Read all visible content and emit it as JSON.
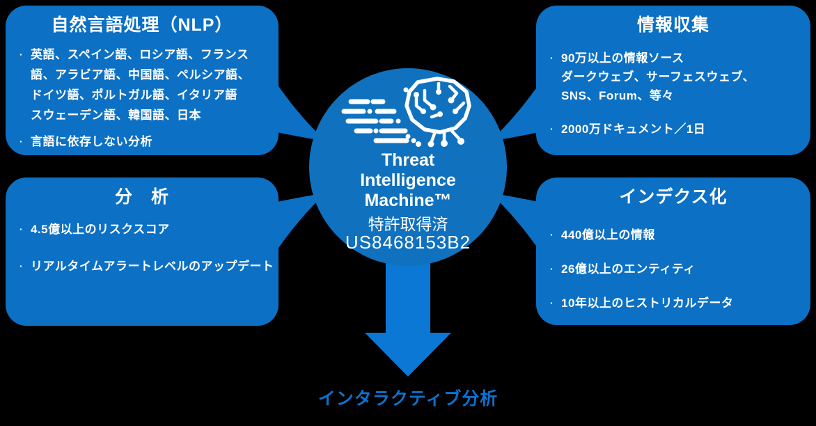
{
  "ui": {
    "bullet_char": "·"
  },
  "colors": {
    "background": "#000000",
    "box_blue": "#0c70c4",
    "circle_blue": "#1071be",
    "arrow_blue": "#0b78d6",
    "footer_text_blue": "#0b72ce",
    "text_white": "#ffffff"
  },
  "boxes": [
    {
      "id": "nlp",
      "title": "自然言語処理（NLP）",
      "bullets": [
        {
          "lines": [
            "英語、スペイン語、ロシア語、フランス",
            "語、アラビア語、中国語、ペルシア語、",
            "ドイツ語、ポルトガル語、イタリア語",
            "スウェーデン語、韓国語、日本"
          ]
        },
        {
          "lines": [
            "言語に依存しない分析"
          ]
        }
      ]
    },
    {
      "id": "collection",
      "title": "情報収集",
      "bullets": [
        {
          "lines": [
            "90万以上の情報ソース",
            "ダークウェブ、サーフェスウェブ、",
            "SNS、Forum、等々"
          ]
        },
        {
          "lines": [
            "2000万ドキュメント／1日"
          ]
        }
      ]
    },
    {
      "id": "analysis",
      "title": "分　析",
      "bullets": [
        {
          "lines": [
            "4.5億以上のリスクスコア"
          ]
        },
        {
          "lines": [
            "リアルタイムアラートレベルのアップデート"
          ]
        }
      ]
    },
    {
      "id": "indexing",
      "title": "インデクス化",
      "bullets": [
        {
          "lines": [
            "440億以上の情報"
          ]
        },
        {
          "lines": [
            "26億以上のエンティティ"
          ]
        },
        {
          "lines": [
            "10年以上のヒストリカルデータ"
          ]
        }
      ]
    }
  ],
  "center": {
    "title_lines": [
      "Threat",
      "Intelligence",
      "Machine™"
    ],
    "patent_label": "特許取得済",
    "patent_number": "US8468153B2",
    "icon": "speeding-circuit-brain-icon"
  },
  "footer": {
    "label": "インタラクティブ分析"
  }
}
